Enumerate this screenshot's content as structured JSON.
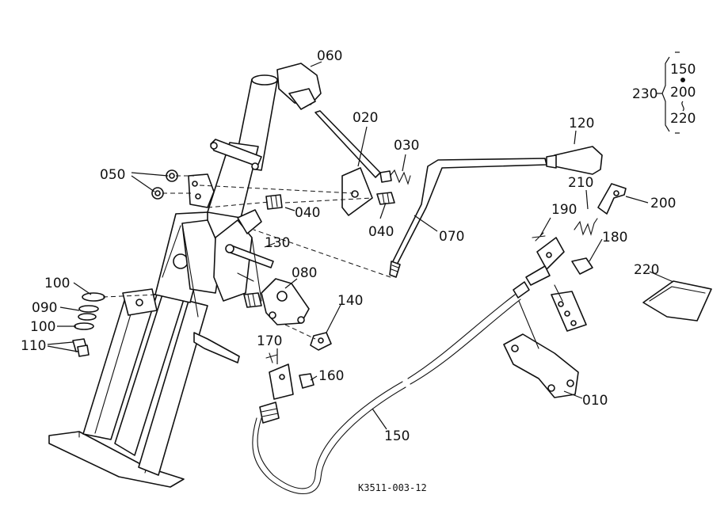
{
  "labels": {
    "p060": "060",
    "p020": "020",
    "p030": "030",
    "p120": "120",
    "p050": "050",
    "p040a": "040",
    "p040b": "040",
    "p070": "070",
    "p210": "210",
    "p200": "200",
    "p190": "190",
    "p180": "180",
    "p130": "130",
    "p080": "080",
    "p220": "220",
    "p100a": "100",
    "p090": "090",
    "p100b": "100",
    "p110": "110",
    "p140": "140",
    "p170": "170",
    "p160": "160",
    "p010": "010",
    "p150": "150"
  },
  "kit": {
    "parent": "230",
    "items": [
      "150",
      "200",
      "220"
    ]
  },
  "drawing_code": "K3511-003-12"
}
